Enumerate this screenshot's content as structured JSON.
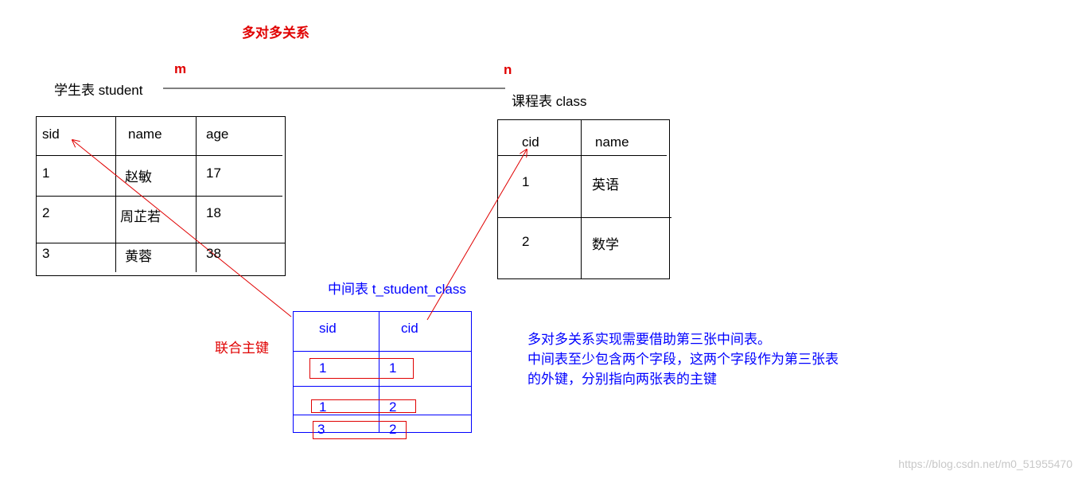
{
  "title": "多对多关系",
  "m_label": "m",
  "n_label": "n",
  "student_table": {
    "caption": "学生表  student",
    "headers": [
      "sid",
      "name",
      "age"
    ],
    "rows": [
      [
        "1",
        "赵敏",
        "17"
      ],
      [
        "2",
        "周芷若",
        "18"
      ],
      [
        "3",
        "黄蓉",
        "38"
      ]
    ]
  },
  "class_table": {
    "caption": "课程表    class",
    "headers": [
      "cid",
      "name"
    ],
    "rows": [
      [
        "1",
        "英语"
      ],
      [
        "2",
        "数学"
      ]
    ]
  },
  "middle_table": {
    "caption": "中间表  t_student_class",
    "headers": [
      "sid",
      "cid"
    ],
    "rows": [
      [
        "1",
        "1"
      ],
      [
        "1",
        "2"
      ],
      [
        "3",
        "2"
      ]
    ]
  },
  "composite_key_label": "联合主键",
  "note_lines": [
    "多对多关系实现需要借助第三张中间表。",
    "中间表至少包含两个字段，这两个字段作为第三张表",
    "的外键，分别指向两张表的主键"
  ],
  "watermark": "https://blog.csdn.net/m0_51955470",
  "colors": {
    "red": "#e00000",
    "blue": "#0000ff",
    "black": "#000000"
  }
}
